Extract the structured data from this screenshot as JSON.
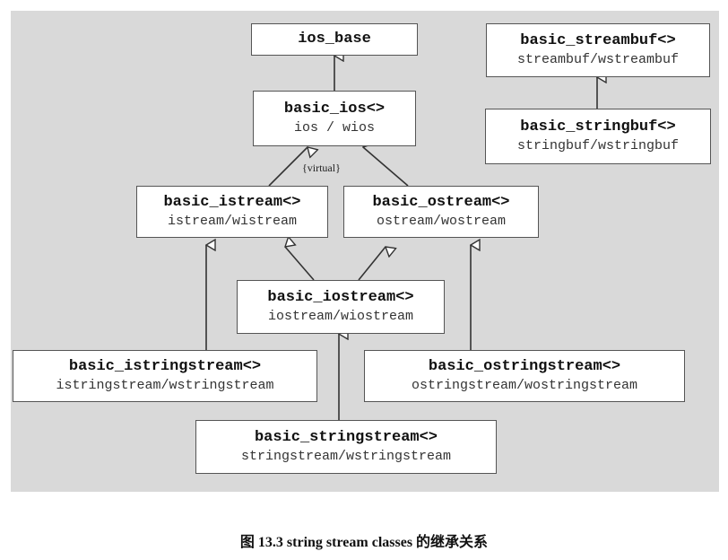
{
  "caption": "图 13.3   string stream classes 的继承关系",
  "virtual_label": "{virtual}",
  "nodes": {
    "ios_base": {
      "name": "ios_base"
    },
    "basic_ios": {
      "name": "basic_ios<>",
      "typedefs": "ios / wios"
    },
    "basic_istream": {
      "name": "basic_istream<>",
      "typedefs": "istream/wistream"
    },
    "basic_ostream": {
      "name": "basic_ostream<>",
      "typedefs": "ostream/wostream"
    },
    "basic_iostream": {
      "name": "basic_iostream<>",
      "typedefs": "iostream/wiostream"
    },
    "basic_istringstream": {
      "name": "basic_istringstream<>",
      "typedefs": "istringstream/wstringstream"
    },
    "basic_ostringstream": {
      "name": "basic_ostringstream<>",
      "typedefs": "ostringstream/wostringstream"
    },
    "basic_stringstream": {
      "name": "basic_stringstream<>",
      "typedefs": "stringstream/wstringstream"
    },
    "basic_streambuf": {
      "name": "basic_streambuf<>",
      "typedefs": "streambuf/wstreambuf"
    },
    "basic_stringbuf": {
      "name": "basic_stringbuf<>",
      "typedefs": "stringbuf/wstringbuf"
    }
  }
}
